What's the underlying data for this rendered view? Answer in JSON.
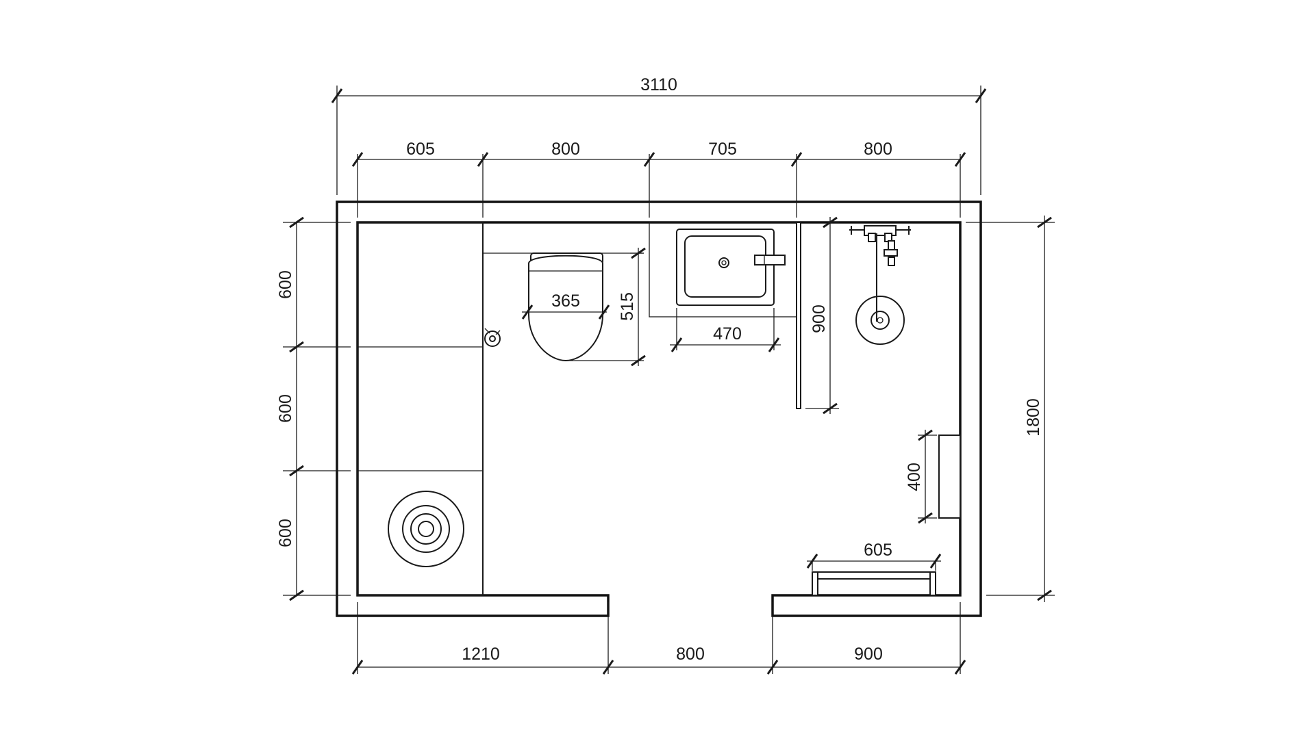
{
  "plan": {
    "overall_width": "3110",
    "overall_depth": "1800",
    "top_segments": [
      "605",
      "800",
      "705",
      "800"
    ],
    "bottom_segments": [
      "1210",
      "800",
      "900"
    ],
    "left_segments": [
      "600",
      "600",
      "600"
    ],
    "toilet_width": "365",
    "toilet_depth": "515",
    "sink_width": "470",
    "shower_screen_length": "900",
    "radiator_length": "400",
    "towel_rail_length": "605"
  }
}
